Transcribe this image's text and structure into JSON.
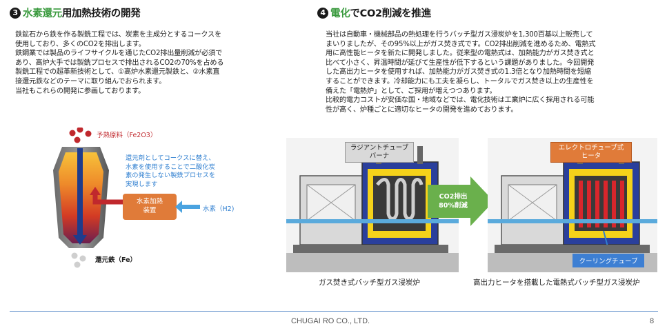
{
  "left": {
    "number": "3",
    "title_highlight": "水素還元",
    "title_rest": "用加熱技術の開発",
    "paragraph": "鉄鉱石から鉄を作る製銑工程では、炭素を主成分とするコークスを\n使用しており、多くのCO2を排出します。\n鉄鋼業では製品のライフサイクルを通じたCO2排出量削減が必須で\nあり、高炉大手では製銑プロセスで排出されるCO2の70%を占める\n製銑工程での超革新技術として、①高炉水素還元製鉄と、②水素直\n接還元鉄などのテーマに取り組んでおられます。\n当社もこれらの開発に参画しております。",
    "diagram": {
      "preheat_label": "予熱原料（Fe2O3）",
      "note": "還元剤としてコークスに替え、\n水素を使用することで二酸化炭\n素の発生しない製鉄プロセスを\n実現します",
      "heater_label": "水素加熱\n装置",
      "hydrogen_label": "水素（H2)",
      "iron_label": "還元鉄（Fe）",
      "colors": {
        "red": "#c0282d",
        "blue": "#2f7fd0",
        "orange": "#e07b39"
      }
    }
  },
  "right": {
    "number": "4",
    "title_highlight": "電化",
    "title_rest": "でCO2削減を推進",
    "paragraph": "当社は自動車・機械部品の熱処理を行うバッチ型ガス浸炭炉を1,300百基以上販売して\nまいりましたが、その95%以上がガス焚き式です。CO2排出削減を進めるため、電熱式\n用に高性能ヒータを新たに開発しました。従来型の電熱式は、加熱能力がガス焚き式と\n比べて小さく、昇温時間が延びて生産性が低下するという課題がありました。今回開発\nした高出力ヒータを使用すれば、加熱能力がガス焚き式の1.3倍となり加熱時間を短縮\nすることができます。冷却能力にも工夫を凝らし、トータルでガス焚き以上の生産性を\n備えた「電熱炉」として、ご採用が増えつつあります。\n比較的電力コストが安価な国・地域などでは、電化技術は工業炉に広く採用される可能\n性が高く、炉種ごとに適切なヒータの開発を進めております。",
    "callout_left": "ラジアントチューブ\nバーナ",
    "arrow_label": "CO2排出\n80%削減",
    "callout_right_top": "エレクトロチューブ式\nヒータ",
    "callout_right_bottom": "クーリングチューブ",
    "caption_left": "ガス焚き式バッチ型ガス浸炭炉",
    "caption_right": "高出力ヒータを搭載した電熱式バッチ型ガス浸炭炉"
  },
  "footer": {
    "company": "CHUGAI RO CO., LTD.",
    "page": "8"
  }
}
